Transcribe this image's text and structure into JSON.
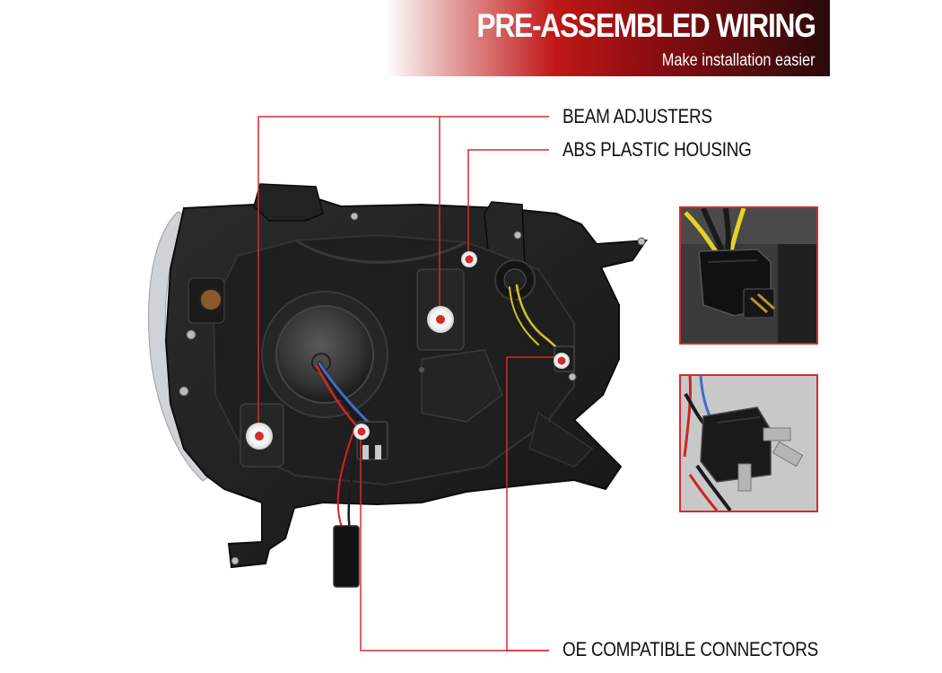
{
  "banner": {
    "title": "PRE-ASSEMBLED WIRING",
    "subtitle": "Make installation easier"
  },
  "callouts": {
    "beam_adjusters": "BEAM ADJUSTERS",
    "housing": "ABS PLASTIC HOUSING",
    "connectors": "OE COMPATIBLE CONNECTORS"
  },
  "colors": {
    "accent_red": "#d42c2c",
    "banner_dark": "#2a0a0c",
    "housing_black": "#1c1c1c"
  }
}
